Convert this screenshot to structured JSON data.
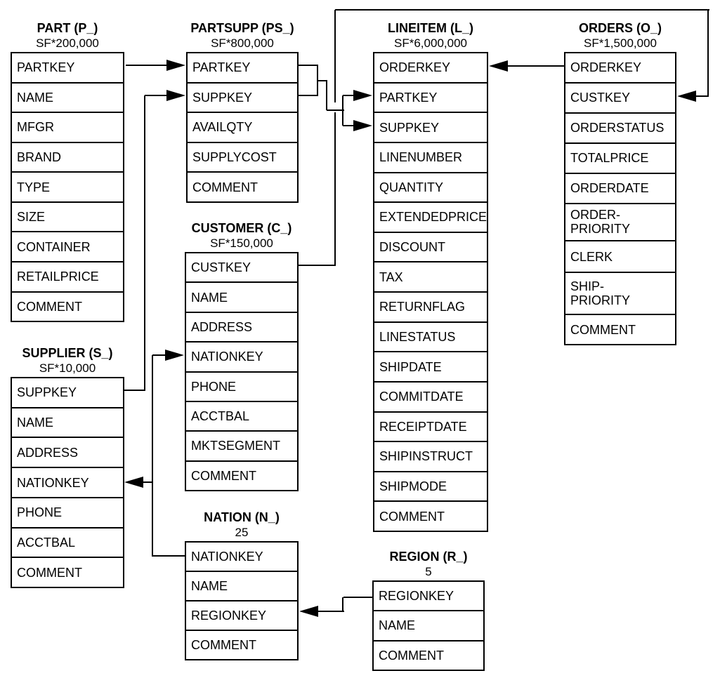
{
  "diagram": {
    "kind": "database-schema",
    "colors": {
      "line": "#000000",
      "background": "#ffffff",
      "text": "#000000"
    }
  },
  "tables": [
    {
      "id": "part",
      "name": "PART (P_)",
      "cardinality": "SF*200,000",
      "columns": [
        "PARTKEY",
        "NAME",
        "MFGR",
        "BRAND",
        "TYPE",
        "SIZE",
        "CONTAINER",
        "RETAILPRICE",
        "COMMENT"
      ]
    },
    {
      "id": "partsupp",
      "name": "PARTSUPP (PS_)",
      "cardinality": "SF*800,000",
      "columns": [
        "PARTKEY",
        "SUPPKEY",
        "AVAILQTY",
        "SUPPLYCOST",
        "COMMENT"
      ]
    },
    {
      "id": "customer",
      "name": "CUSTOMER (C_)",
      "cardinality": "SF*150,000",
      "columns": [
        "CUSTKEY",
        "NAME",
        "ADDRESS",
        "NATIONKEY",
        "PHONE",
        "ACCTBAL",
        "MKTSEGMENT",
        "COMMENT"
      ]
    },
    {
      "id": "lineitem",
      "name": "LINEITEM (L_)",
      "cardinality": "SF*6,000,000",
      "columns": [
        "ORDERKEY",
        "PARTKEY",
        "SUPPKEY",
        "LINENUMBER",
        "QUANTITY",
        "EXTENDEDPRICE",
        "DISCOUNT",
        "TAX",
        "RETURNFLAG",
        "LINESTATUS",
        "SHIPDATE",
        "COMMITDATE",
        "RECEIPTDATE",
        "SHIPINSTRUCT",
        "SHIPMODE",
        "COMMENT"
      ]
    },
    {
      "id": "orders",
      "name": "ORDERS (O_)",
      "cardinality": "SF*1,500,000",
      "columns": [
        "ORDERKEY",
        "CUSTKEY",
        "ORDERSTATUS",
        "TOTALPRICE",
        "ORDERDATE",
        "ORDER-\nPRIORITY",
        "CLERK",
        "SHIP-\nPRIORITY",
        "COMMENT"
      ]
    },
    {
      "id": "supplier",
      "name": "SUPPLIER (S_)",
      "cardinality": "SF*10,000",
      "columns": [
        "SUPPKEY",
        "NAME",
        "ADDRESS",
        "NATIONKEY",
        "PHONE",
        "ACCTBAL",
        "COMMENT"
      ]
    },
    {
      "id": "nation",
      "name": "NATION (N_)",
      "cardinality": "25",
      "columns": [
        "NATIONKEY",
        "NAME",
        "REGIONKEY",
        "COMMENT"
      ]
    },
    {
      "id": "region",
      "name": "REGION (R_)",
      "cardinality": "5",
      "columns": [
        "REGIONKEY",
        "NAME",
        "COMMENT"
      ]
    }
  ],
  "relationships": [
    {
      "tail": "PART.PARTKEY",
      "head": "PARTSUPP.PARTKEY"
    },
    {
      "tail": "SUPPLIER.SUPPKEY",
      "head": "PARTSUPP.SUPPKEY"
    },
    {
      "tail": "PARTSUPP.PARTKEY",
      "head": "LINEITEM.PARTKEY"
    },
    {
      "tail": "PARTSUPP.SUPPKEY",
      "head": "LINEITEM.SUPPKEY"
    },
    {
      "tail": "ORDERS.ORDERKEY",
      "head": "LINEITEM.ORDERKEY"
    },
    {
      "tail": "CUSTOMER.CUSTKEY",
      "head": "ORDERS.CUSTKEY"
    },
    {
      "tail": "NATION.NATIONKEY",
      "head": "CUSTOMER.NATIONKEY"
    },
    {
      "tail": "NATION.NATIONKEY",
      "head": "SUPPLIER.NATIONKEY"
    },
    {
      "tail": "REGION.REGIONKEY",
      "head": "NATION.REGIONKEY"
    }
  ]
}
